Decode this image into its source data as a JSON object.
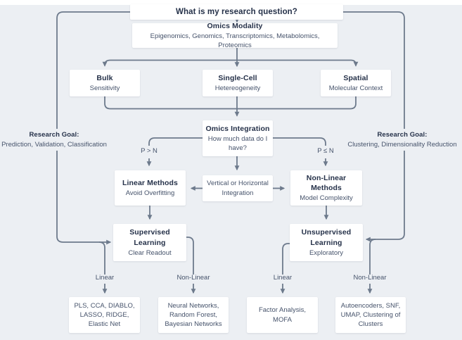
{
  "colors": {
    "background": "#eceff3",
    "node_background": "#ffffff",
    "connector": "#6d7a8c",
    "title_text": "#253149",
    "body_text": "#46536b"
  },
  "nodes": {
    "root": {
      "title": "What is my research question?"
    },
    "modality": {
      "title": "Omics Modality",
      "subtitle": "Epigenomics, Genomics, Transcriptomics, Metabolomics, Proteomics"
    },
    "bulk": {
      "title": "Bulk",
      "subtitle": "Sensitivity"
    },
    "single_cell": {
      "title": "Single-Cell",
      "subtitle": "Hetereogeneity"
    },
    "spatial": {
      "title": "Spatial",
      "subtitle": "Molecular Context"
    },
    "integration": {
      "title": "Omics Integration",
      "subtitle": "How much data do I have?"
    },
    "linear_methods": {
      "title": "Linear Methods",
      "subtitle": "Avoid Overfitting"
    },
    "vh_integration": {
      "line1": "Vertical or Horizontal",
      "line2": "Integration"
    },
    "nonlinear_methods": {
      "title": "Non-Linear Methods",
      "subtitle": "Model Complexity"
    },
    "supervised": {
      "title": "Supervised Learning",
      "subtitle": "Clear Readout"
    },
    "unsupervised": {
      "title": "Unsupervised Learning",
      "subtitle": "Exploratory"
    },
    "leaf_pls": {
      "line1": "PLS, CCA, DIABLO,",
      "line2": "LASSO, RIDGE,",
      "line3": "Elastic Net"
    },
    "leaf_neural": {
      "line1": "Neural Networks,",
      "line2": "Random Forest,",
      "line3": "Bayesian Networks"
    },
    "leaf_factor": {
      "line1": "Factor Analysis,",
      "line2": "MOFA"
    },
    "leaf_autoencoders": {
      "line1": "Autoencoders, SNF,",
      "line2": "UMAP, Clustering of",
      "line3": "Clusters"
    }
  },
  "edge_labels": {
    "research_goal_left": {
      "title": "Research Goal:",
      "subtitle": "Prediction, Validation, Classification"
    },
    "research_goal_right": {
      "title": "Research Goal:",
      "subtitle": "Clustering, Dimensionality Reduction"
    },
    "p_gt_n": "P > N",
    "p_le_n": "P ≤ N",
    "supervised_linear": "Linear",
    "supervised_nonlinear": "Non-Linear",
    "unsupervised_linear": "Linear",
    "unsupervised_nonlinear": "Non-Linear"
  }
}
